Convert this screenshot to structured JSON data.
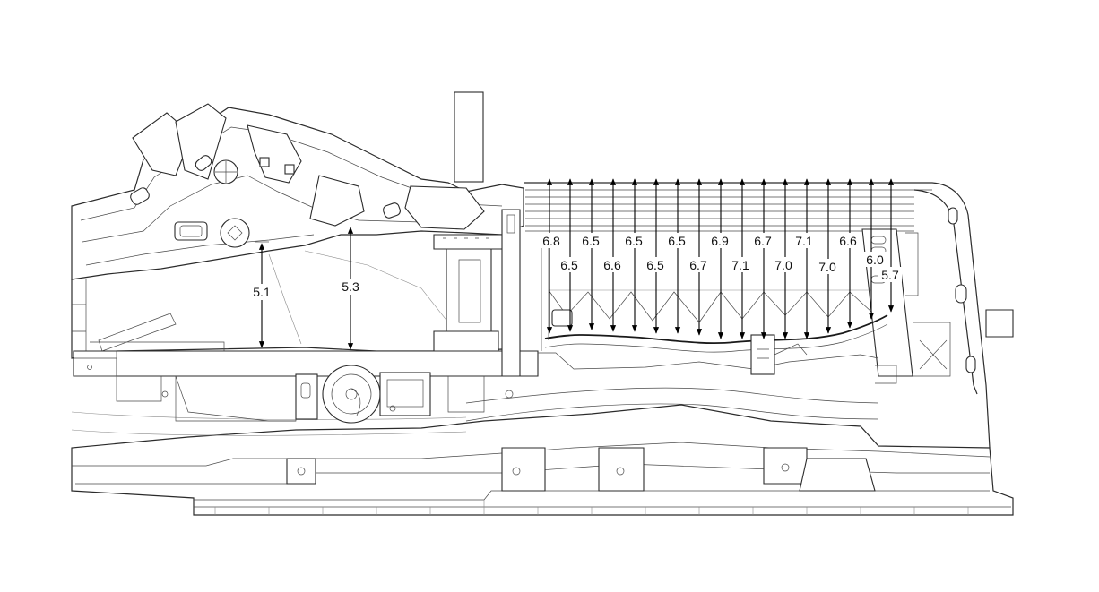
{
  "measurements": {
    "left": [
      {
        "id": "a",
        "value": "5.1"
      },
      {
        "id": "b",
        "value": "5.3"
      }
    ],
    "upper_row": [
      {
        "id": "u1",
        "value": "6.8"
      },
      {
        "id": "u2",
        "value": "6.5"
      },
      {
        "id": "u3",
        "value": "6.5"
      },
      {
        "id": "u4",
        "value": "6.5"
      },
      {
        "id": "u5",
        "value": "6.9"
      },
      {
        "id": "u6",
        "value": "6.7"
      },
      {
        "id": "u7",
        "value": "7.1"
      },
      {
        "id": "u8",
        "value": "6.6"
      }
    ],
    "lower_row": [
      {
        "id": "l1",
        "value": "6.5"
      },
      {
        "id": "l2",
        "value": "6.6"
      },
      {
        "id": "l3",
        "value": "6.5"
      },
      {
        "id": "l4",
        "value": "6.7"
      },
      {
        "id": "l5",
        "value": "7.1"
      },
      {
        "id": "l6",
        "value": "7.0"
      },
      {
        "id": "l7",
        "value": "7.0"
      }
    ],
    "right": [
      {
        "id": "r1",
        "value": "6.0"
      },
      {
        "id": "r2",
        "value": "5.7"
      }
    ]
  }
}
